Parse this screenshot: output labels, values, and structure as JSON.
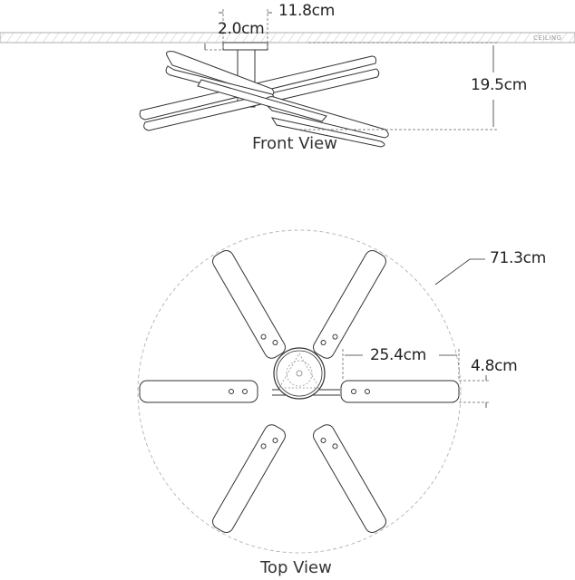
{
  "front_view": {
    "caption": "Front View",
    "ceiling_label": "CEILING",
    "dimensions": {
      "canopy_width": "11.8cm",
      "canopy_height": "2.0cm",
      "overall_height": "19.5cm"
    }
  },
  "top_view": {
    "caption": "Top View",
    "dimensions": {
      "diameter": "71.3cm",
      "blade_length": "25.4cm",
      "blade_width": "4.8cm"
    },
    "blade_count": 6
  },
  "colors": {
    "line": "#333333",
    "dashed": "#999999",
    "background": "#ffffff"
  }
}
